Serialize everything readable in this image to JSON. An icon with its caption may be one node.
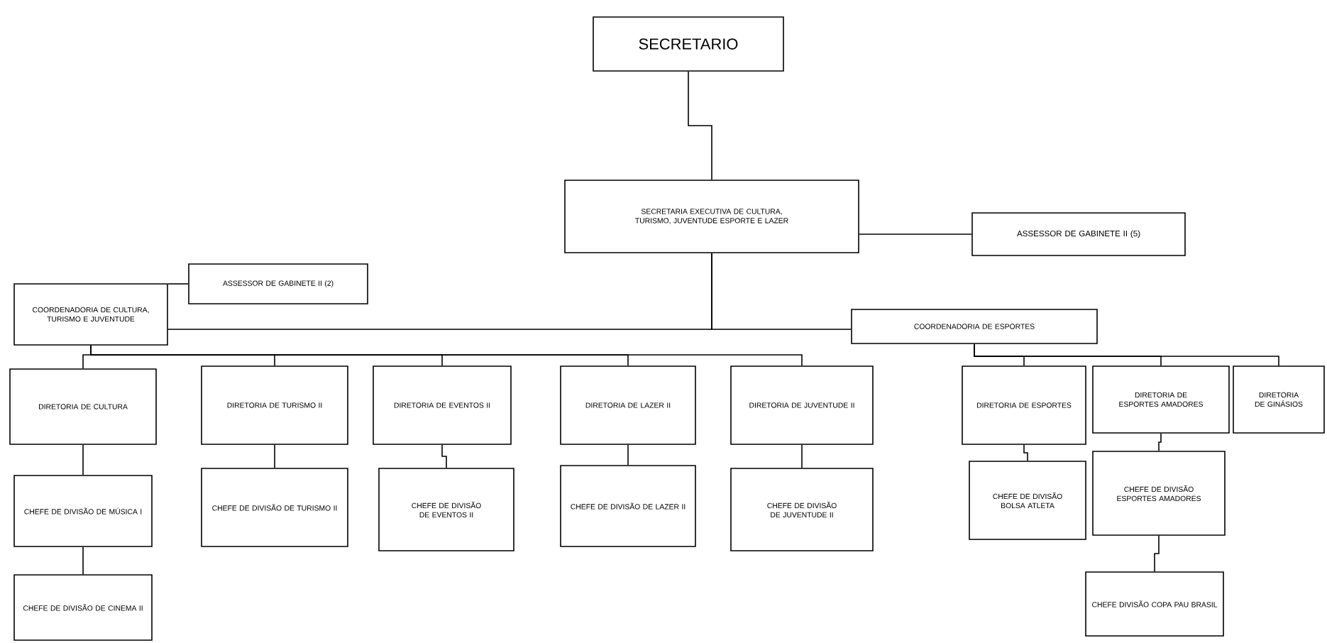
{
  "diagram": {
    "nodes": [
      {
        "text": [
          "SECRETARIO"
        ]
      },
      {
        "text": [
          "SECRETARIA EXECUTIVA DE CULTURA, TURISMO, JUVENTUDE ESPORTE E LAZER"
        ]
      },
      {
        "text": [
          "ASSESSOR DE GABINETE II (5)"
        ]
      },
      {
        "text": [
          "COORDENADORIA DE CULTURA, TURISMO E JUVENTUDE"
        ]
      },
      {
        "text": [
          "ASSESSOR DE GABINETE II (2)"
        ]
      },
      {
        "text": [
          "COORDENADORIA DE ESPORTES"
        ]
      },
      {
        "text": [
          "DIRETORIA DE CULTURA"
        ]
      },
      {
        "text": [
          "DIRETORIA DE TURISMO II"
        ]
      },
      {
        "text": [
          "DIRETORIA DE EVENTOS II"
        ]
      },
      {
        "text": [
          "DIRETORIA DE LAZER II"
        ]
      },
      {
        "text": [
          "DIRETORIA DE JUVENTUDE II"
        ]
      },
      {
        "text": [
          "DIRETORIA DE ESPORTES"
        ]
      },
      {
        "text": [
          "DIRETORIA DE ESPORTES AMADORES"
        ]
      },
      {
        "text": [
          "DIRETORIA DE GINÁSIOS"
        ]
      },
      {
        "text": [
          "CHEFE DE DIVISÃO DE MÚSICA I"
        ]
      },
      {
        "text": [
          "CHEFE DE DIVISÃO DE CINEMA II"
        ]
      },
      {
        "text": [
          "CHEFE DE DIVISÃO DE TURISMO II"
        ]
      },
      {
        "text": [
          "CHEFE DE DIVISÃO DE EVENTOS II"
        ]
      },
      {
        "text": [
          "CHEFE DE DIVISÃO DE LAZER II"
        ]
      },
      {
        "text": [
          "CHEFE DE DIVISÃO DE JUVENTUDE II"
        ]
      },
      {
        "text": [
          "CHEFE DE DIVISÃO BOLSA ATLETA"
        ]
      },
      {
        "text": [
          "CHEFE DE DIVISÃO ESPORTES AMADORES"
        ]
      },
      {
        "text": [
          "CHEFE DIVISÃO COPA PAU BRASIL"
        ]
      }
    ],
    "edges": [
      {
        "from": 0,
        "to": 1,
        "arrow": "none"
      },
      {
        "from": 1,
        "to": 2,
        "arrow": "none"
      },
      {
        "from": 1,
        "to": 3,
        "arrow": "none"
      },
      {
        "from": 1,
        "to": 5,
        "arrow": "none"
      },
      {
        "from": 3,
        "to": 4,
        "arrow": "none"
      },
      {
        "from": 3,
        "to": 6,
        "arrow": "none"
      },
      {
        "from": 3,
        "to": 7,
        "arrow": "none"
      },
      {
        "from": 3,
        "to": 8,
        "arrow": "none"
      },
      {
        "from": 3,
        "to": 9,
        "arrow": "none"
      },
      {
        "from": 3,
        "to": 10,
        "arrow": "none"
      },
      {
        "from": 5,
        "to": 11,
        "arrow": "none"
      },
      {
        "from": 5,
        "to": 12,
        "arrow": "none"
      },
      {
        "from": 5,
        "to": 13,
        "arrow": "none"
      },
      {
        "from": 6,
        "to": 14,
        "arrow": "none"
      },
      {
        "from": 14,
        "to": 15,
        "arrow": "none"
      },
      {
        "from": 7,
        "to": 16,
        "arrow": "none"
      },
      {
        "from": 8,
        "to": 17,
        "arrow": "none"
      },
      {
        "from": 9,
        "to": 18,
        "arrow": "none"
      },
      {
        "from": 10,
        "to": 19,
        "arrow": "none"
      },
      {
        "from": 11,
        "to": 20,
        "arrow": "none"
      },
      {
        "from": 12,
        "to": 21,
        "arrow": "none"
      },
      {
        "from": 21,
        "to": 22,
        "arrow": "none"
      }
    ]
  }
}
